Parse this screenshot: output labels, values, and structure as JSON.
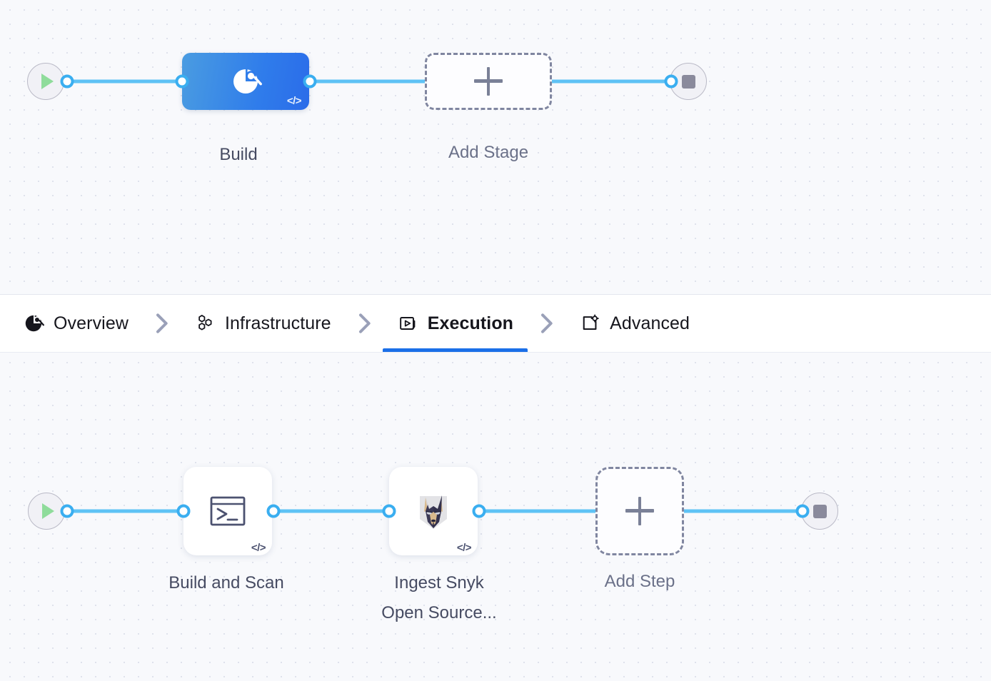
{
  "canvas": {
    "background_color": "#f8f9fc",
    "dot_color": "#dfe2ec",
    "wire_color": "#5ec2f5",
    "accent_color": "#1b6fe8"
  },
  "stage_graph": {
    "start_node": {
      "icon": "play-icon",
      "label": ""
    },
    "end_node": {
      "icon": "stop-icon",
      "label": ""
    },
    "nodes": [
      {
        "id": "build",
        "label": "Build",
        "type": "stage",
        "icon": "build-pie-icon",
        "selected": true,
        "code_badge": "</>",
        "color": "#2f7ceb"
      },
      {
        "id": "add-stage",
        "label": "Add Stage",
        "type": "add",
        "icon": "plus-icon",
        "selected": false,
        "code_badge": ""
      }
    ]
  },
  "tabs": {
    "items": [
      {
        "id": "overview",
        "label": "Overview",
        "icon": "overview-pie-icon",
        "active": false
      },
      {
        "id": "infrastructure",
        "label": "Infrastructure",
        "icon": "hexagons-icon",
        "active": false
      },
      {
        "id": "execution",
        "label": "Execution",
        "icon": "execution-play-icon",
        "active": true
      },
      {
        "id": "advanced",
        "label": "Advanced",
        "icon": "frame-gear-icon",
        "active": false
      }
    ],
    "separator_icon": "chevron-right-icon"
  },
  "step_graph": {
    "start_node": {
      "icon": "play-icon",
      "label": ""
    },
    "end_node": {
      "icon": "stop-icon",
      "label": ""
    },
    "nodes": [
      {
        "id": "build-and-scan",
        "label": "Build and Scan",
        "type": "step",
        "icon": "terminal-icon",
        "code_badge": "</>"
      },
      {
        "id": "ingest-snyk-open-source",
        "label": "Ingest Snyk\nOpen Source...",
        "type": "step",
        "icon": "snyk-doberman-icon",
        "code_badge": "</>"
      },
      {
        "id": "add-step",
        "label": "Add Step",
        "type": "add",
        "icon": "plus-icon",
        "code_badge": ""
      }
    ]
  }
}
